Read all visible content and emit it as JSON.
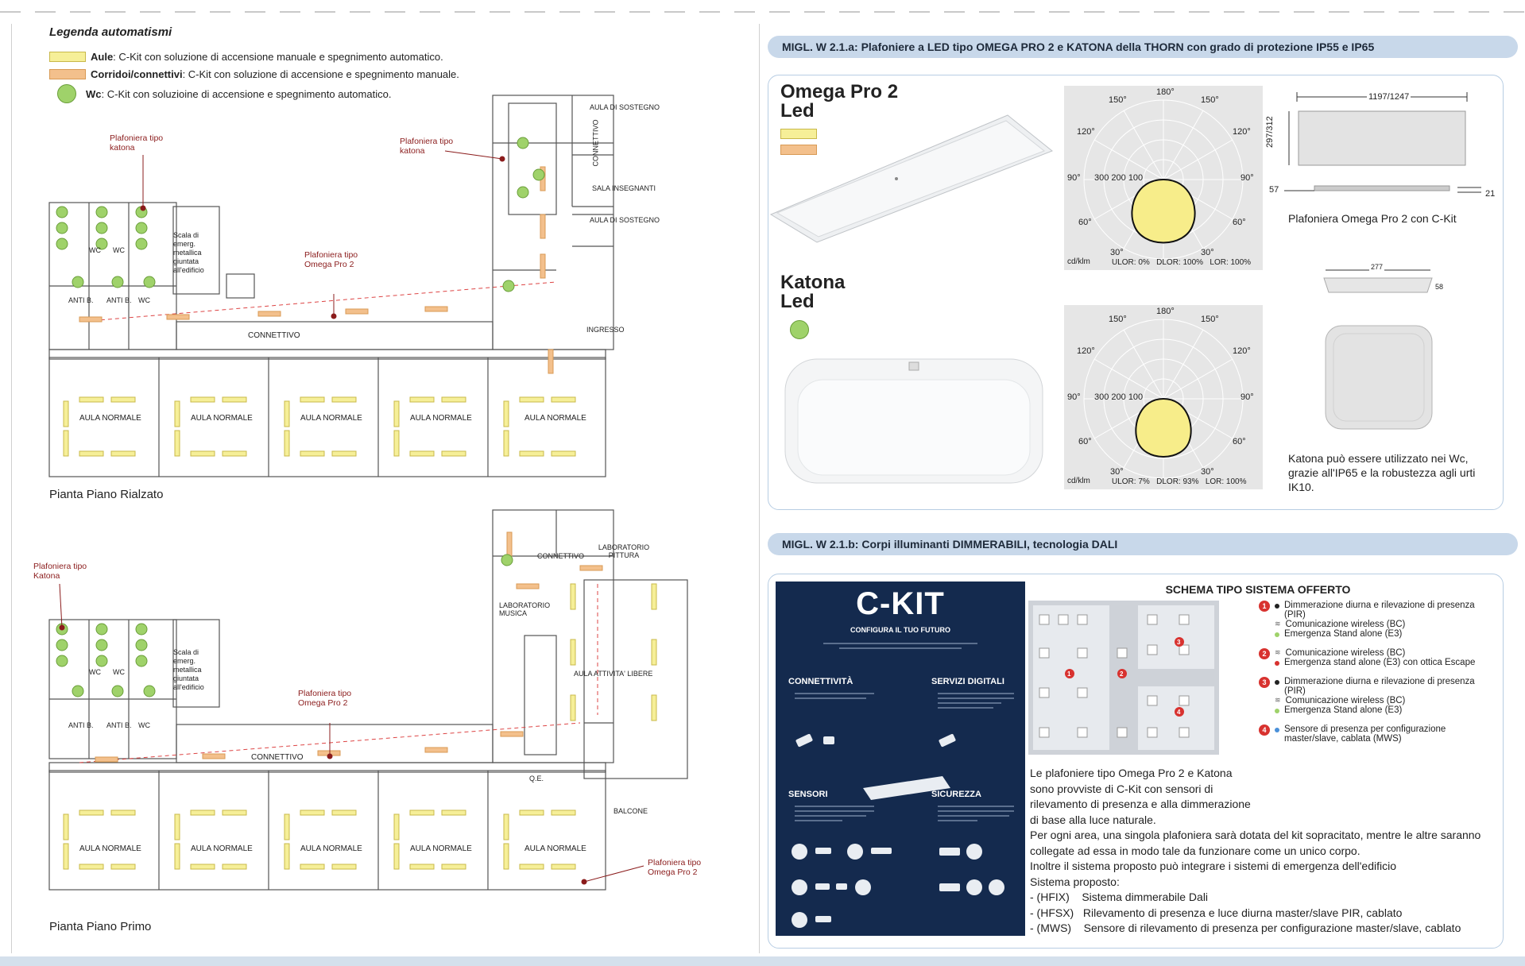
{
  "legend": {
    "title": "Legenda automatismi",
    "items": [
      {
        "bold": "Aule",
        "text": ": C-Kit con soluzione di accensione manuale e spegnimento automatico."
      },
      {
        "bold": "Corridoi/connettivi",
        "text": ": C-Kit con soluzione di accensione e spegnimento manuale."
      },
      {
        "bold": "Wc",
        "text": ": C-Kit con soluzioine di accensione e spegnimento automatico."
      }
    ]
  },
  "plan_ground": {
    "title": "Pianta Piano Rialzato",
    "notes": [
      "Plafoniera tipo katona",
      "Plafoniera tipo katona",
      "Plafoniera tipo Omega Pro 2"
    ],
    "rooms": [
      "AULA NORMALE",
      "AULA NORMALE",
      "AULA NORMALE",
      "AULA NORMALE",
      "AULA NORMALE",
      "CONNETTIVO",
      "WC",
      "WC",
      "ANTI B.",
      "ANTI B.",
      "WC",
      "AULA DI SOSTEGNO",
      "SALA INSEGNANTI",
      "AULA DI SOSTEGNO",
      "CONNETTIVO",
      "INGRESSO"
    ],
    "stair": "Scala di emerg. metallica giuntata all'edificio"
  },
  "plan_first": {
    "title": "Pianta Piano Primo",
    "notes": [
      "Plafoniera tipo Katona",
      "Plafoniera tipo Omega Pro 2",
      "Plafoniera tipo Omega Pro 2"
    ],
    "rooms": [
      "AULA NORMALE",
      "AULA NORMALE",
      "AULA NORMALE",
      "AULA NORMALE",
      "AULA NORMALE",
      "CONNETTIVO",
      "WC",
      "WC",
      "ANTI B.",
      "ANTI B.",
      "WC",
      "CONNETTIVO",
      "LABORATORIO PITTURA",
      "LABORATORIO MUSICA",
      "AULA ATTIVITA' LIBERE",
      "BALCONE",
      "Q.E."
    ],
    "stair": "Scala di emerg. metallica giuntata all'edificio"
  },
  "section_a": {
    "header": "MIGL. W 2.1.a: Plafoniere a LED tipo OMEGA PRO 2 e KATONA della THORN con grado di protezione IP55 e IP65",
    "omega": {
      "title_line1": "Omega Pro 2",
      "title_line2": "Led",
      "polar": {
        "top": "180°",
        "a150l": "150°",
        "a150r": "150°",
        "a120l": "120°",
        "a120r": "120°",
        "a90l": "90°",
        "a90r": "90°",
        "a60l": "60°",
        "a60r": "60°",
        "a30l": "30°",
        "a30r": "30°",
        "scale": "300 200 100",
        "unit": "cd/klm",
        "stats": "ULOR: 0%   DLOR: 100%   LOR: 100%"
      },
      "dims": {
        "width": "1197/1247",
        "height": "297/312",
        "depth": "57",
        "thick": "21"
      },
      "caption": "Plafoniera Omega Pro 2 con C-Kit"
    },
    "katona": {
      "title_line1": "Katona",
      "title_line2": "Led",
      "polar": {
        "top": "180°",
        "a150l": "150°",
        "a150r": "150°",
        "a120l": "120°",
        "a120r": "120°",
        "a90l": "90°",
        "a90r": "90°",
        "a60l": "60°",
        "a60r": "60°",
        "a30l": "30°",
        "a30r": "30°",
        "scale": "300 200 100",
        "unit": "cd/klm",
        "stats": "ULOR: 7%   DLOR: 93%   LOR: 100%"
      },
      "dims": {
        "width": "277",
        "height": "58"
      },
      "caption": "Katona può essere utilizzato nei Wc, grazie all'IP65 e la robustezza agli urti IK10."
    }
  },
  "section_b": {
    "header": "MIGL. W 2.1.b: Corpi illuminanti DIMMERABILI, tecnologia DALI",
    "ckit": {
      "logo": "C-KIT",
      "tagline": "CONFIGURA IL TUO FUTURO",
      "blocks": [
        {
          "title": "CONNETTIVITÀ"
        },
        {
          "title": "SERVIZI DIGITALI"
        },
        {
          "title": "SENSORI"
        },
        {
          "title": "SICUREZZA"
        }
      ]
    },
    "schema_title": "SCHEMA TIPO SISTEMA OFFERTO",
    "system_items": [
      {
        "num": "1",
        "lines": [
          {
            "icon": "dot",
            "text": "Dimmerazione diurna e rilevazione di presenza (PIR)"
          },
          {
            "icon": "wifi",
            "text": "Comunicazione wireless (BC)"
          },
          {
            "icon": "dot-green",
            "text": "Emergenza Stand alone (E3)"
          }
        ]
      },
      {
        "num": "2",
        "lines": [
          {
            "icon": "wifi",
            "text": "Comunicazione wireless (BC)"
          },
          {
            "icon": "dot-red",
            "text": "Emergenza stand alone (E3) con ottica Escape"
          }
        ]
      },
      {
        "num": "3",
        "lines": [
          {
            "icon": "dot",
            "text": "Dimmerazione diurna e rilevazione di presenza (PIR)"
          },
          {
            "icon": "wifi",
            "text": "Comunicazione wireless (BC)"
          },
          {
            "icon": "dot-green",
            "text": "Emergenza Stand alone (E3)"
          }
        ]
      },
      {
        "num": "4",
        "lines": [
          {
            "icon": "dot-blue",
            "text": "Sensore di presenza per configurazione master/slave, cablata (MWS)"
          }
        ]
      }
    ],
    "description": [
      "Le plafoniere tipo Omega Pro 2 e Katona",
      "sono provviste di C-Kit con sensori di",
      "rilevamento di presenza e alla dimmerazione",
      "di base alla luce naturale.",
      "Per ogni area, una singola plafoniera sarà dotata del kit sopracitato, mentre le altre saranno",
      "collegate ad essa in modo tale da funzionare come un unico corpo.",
      "Inoltre il sistema proposto può integrare i sistemi di emergenza dell'edificio",
      "Sistema proposto:",
      "- (HFIX)    Sistema dimmerabile Dali",
      "- (HFSX)   Rilevamento di presenza e luce diurna master/slave PIR, cablato",
      "- (MWS)    Sensore di rilevamento di presenza per configurazione master/slave, cablato"
    ]
  },
  "colors": {
    "aule": "#f6ef98",
    "corridoi": "#f3c08c",
    "wc": "#9fd26a",
    "accent_red": "#8b1c1c",
    "header_blue": "#c8d8ea"
  }
}
